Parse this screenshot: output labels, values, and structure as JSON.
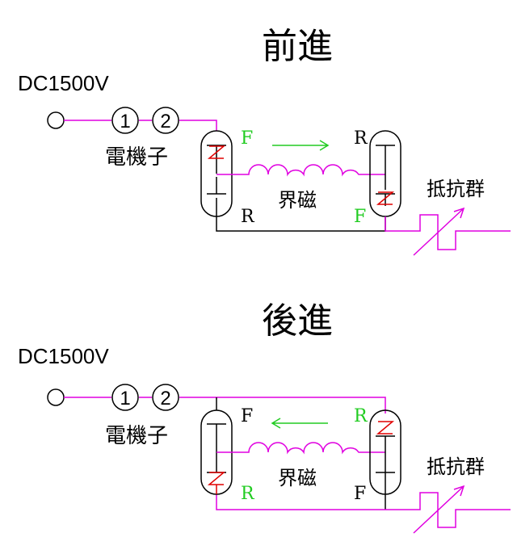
{
  "colors": {
    "line": "#e000e0",
    "wire": "#000000",
    "contact_closed": "#e00000",
    "forward_label": "#22cc22",
    "arrow": "#22cc22"
  },
  "forward": {
    "title": "前進",
    "voltage": "DC1500V",
    "terminal_1": "1",
    "terminal_2": "2",
    "motor_label": "電機子",
    "field_label": "界磁",
    "resistor_label": "抵抗群",
    "left_switch_top": "F",
    "left_switch_bottom": "R",
    "right_switch_top": "R",
    "right_switch_bottom": "F",
    "arrow_direction": "right"
  },
  "reverse": {
    "title": "後進",
    "voltage": "DC1500V",
    "terminal_1": "1",
    "terminal_2": "2",
    "motor_label": "電機子",
    "field_label": "界磁",
    "resistor_label": "抵抗群",
    "left_switch_top": "F",
    "left_switch_bottom": "R",
    "right_switch_top": "R",
    "right_switch_bottom": "F",
    "arrow_direction": "left"
  }
}
